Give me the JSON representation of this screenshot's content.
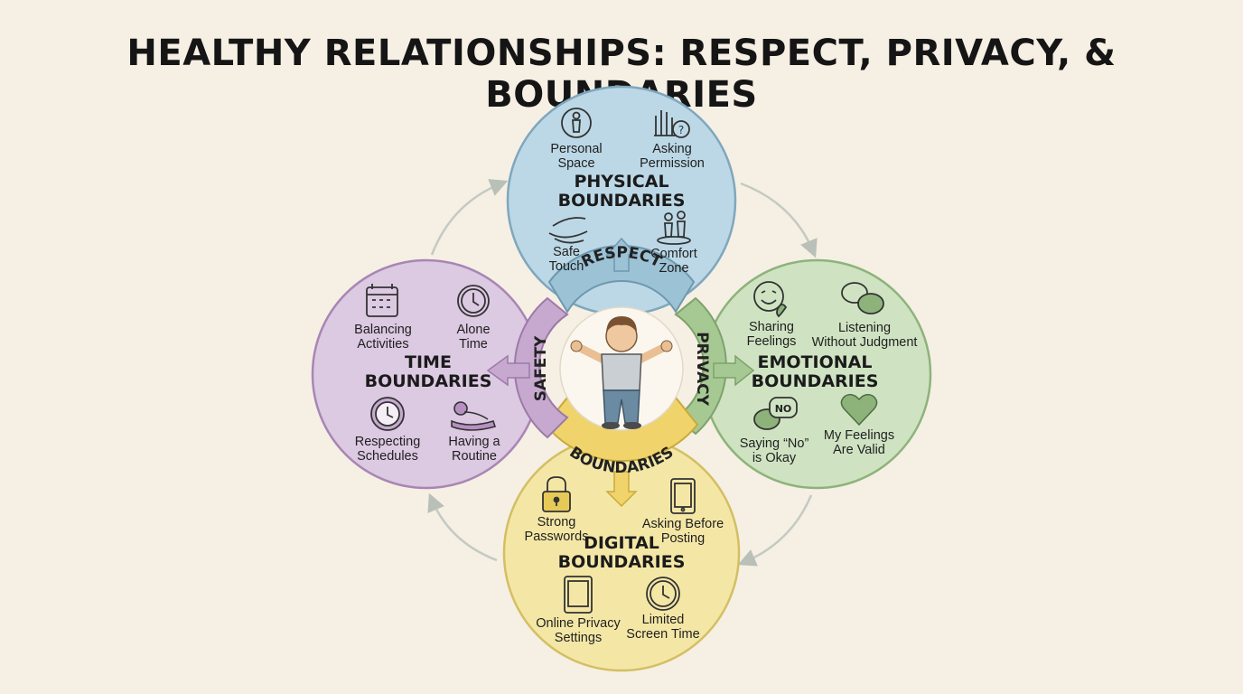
{
  "title": "HEALTHY RELATIONSHIPS: RESPECT, PRIVACY, & BOUNDARIES",
  "center": {
    "ring_labels": {
      "respect": "RESPECT",
      "privacy": "PRIVACY",
      "boundaries": "BOUNDARIES",
      "safety": "SAFETY"
    }
  },
  "physical": {
    "title_line1": "PHYSICAL",
    "title_line2": "BOUNDARIES",
    "items": [
      {
        "line1": "Personal",
        "line2": "Space",
        "icon": "person-icon"
      },
      {
        "line1": "Asking",
        "line2": "Permission",
        "icon": "hand-question-icon"
      },
      {
        "line1": "Safe",
        "line2": "Touch",
        "icon": "hands-icon"
      },
      {
        "line1": "Comfort",
        "line2": "Zone",
        "icon": "two-people-icon"
      }
    ],
    "color": "#bcd8e6"
  },
  "emotional": {
    "title_line1": "EMOTIONAL",
    "title_line2": "BOUNDARIES",
    "items": [
      {
        "line1": "Sharing",
        "line2": "Feelings",
        "icon": "smile-heart-icon"
      },
      {
        "line1": "Listening",
        "line2": "Without Judgment",
        "icon": "chat-bubbles-icon"
      },
      {
        "line1": "Saying “No”",
        "line2": "is Okay",
        "icon": "no-bubble-icon"
      },
      {
        "line1": "My Feelings",
        "line2": "Are Valid",
        "icon": "heart-icon"
      }
    ],
    "no_text": "NO",
    "color": "#cfe3c2"
  },
  "digital": {
    "title_line1": "DIGITAL",
    "title_line2": "BOUNDARIES",
    "items": [
      {
        "line1": "Strong",
        "line2": "Passwords",
        "icon": "lock-icon"
      },
      {
        "line1": "Asking Before",
        "line2": "Posting",
        "icon": "tablet-icon"
      },
      {
        "line1": "Online Privacy",
        "line2": "Settings",
        "icon": "device-icon"
      },
      {
        "line1": "Limited",
        "line2": "Screen Time",
        "icon": "clock-icon"
      }
    ],
    "color": "#f4e7a6"
  },
  "time": {
    "title_line1": "TIME",
    "title_line2": "BOUNDARIES",
    "items": [
      {
        "line1": "Balancing",
        "line2": "Activities",
        "icon": "calendar-icon"
      },
      {
        "line1": "Alone",
        "line2": "Time",
        "icon": "clock-icon"
      },
      {
        "line1": "Respecting",
        "line2": "Schedules",
        "icon": "wall-clock-icon"
      },
      {
        "line1": "Having a",
        "line2": "Routine",
        "icon": "resting-person-icon"
      }
    ],
    "color": "#dcc9e2"
  }
}
